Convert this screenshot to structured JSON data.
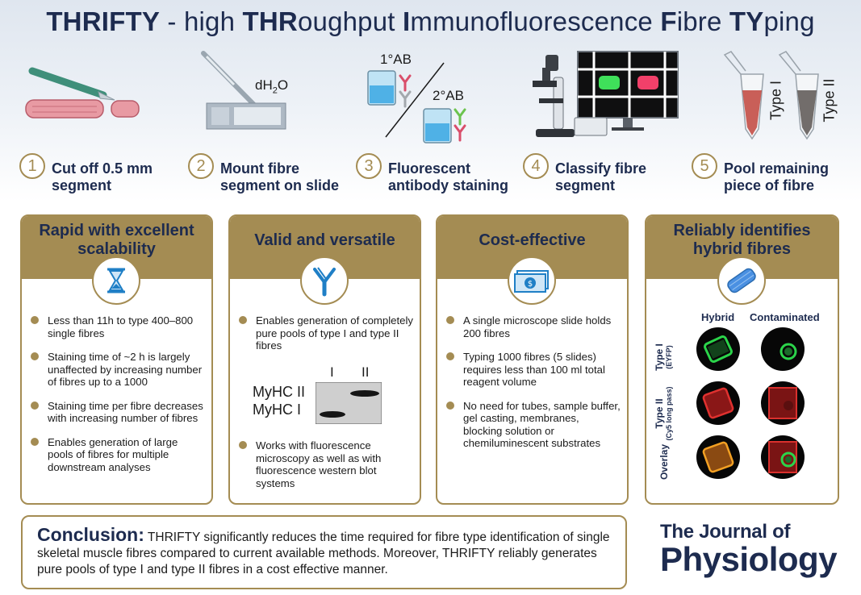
{
  "title": {
    "p1": "THRIFTY",
    "p2": " - high ",
    "p3": "THR",
    "p4": "oughput ",
    "p5": "I",
    "p6": "mmunofluorescence ",
    "p7": "F",
    "p8": "ibre ",
    "p9": "TY",
    "p10": "ping"
  },
  "top_labels": {
    "water": "dH",
    "water_sub": "2",
    "water_end": "O",
    "ab1": "1°AB",
    "ab2": "2°AB",
    "type1": "Type I",
    "type2": "Type II"
  },
  "steps": [
    {
      "num": "1",
      "line1": "Cut off 0.5 mm",
      "line2": "segment"
    },
    {
      "num": "2",
      "line1": "Mount fibre",
      "line2": "segment on slide"
    },
    {
      "num": "3",
      "line1": "Fluorescent",
      "line2": "antibody staining"
    },
    {
      "num": "4",
      "line1": "Classify fibre",
      "line2": "segment"
    },
    {
      "num": "5",
      "line1": "Pool remaining",
      "line2": "piece of fibre"
    }
  ],
  "cards": [
    {
      "heading": "Rapid with excellent scalability",
      "icon": "hourglass-icon",
      "bullets": [
        "Less than 11h to type 400–800 single fibres",
        "Staining time of ~2 h is largely unaffected by increasing number of fibres up to a 1000",
        "Staining time per fibre decreases with increasing number of fibres",
        "Enables generation of large pools of fibres for multiple downstream analyses"
      ]
    },
    {
      "heading": "Valid and versatile",
      "icon": "antibody-icon",
      "bullets": [
        "Enables generation of completely pure pools of type I and type II fibres",
        "Works with fluorescence microscopy as well as with fluorescence western blot systems"
      ],
      "blot": {
        "lane1": "I",
        "lane2": "II",
        "band_top": "MyHC II",
        "band_bottom": "MyHC I"
      }
    },
    {
      "heading": "Cost-effective",
      "icon": "money-icon",
      "bullets": [
        "A single microscope slide holds 200 fibres",
        "Typing 1000 fibres (5 slides) requires less than 100 ml total reagent volume",
        "No need for tubes, sample buffer, gel casting, membranes, blocking solution or chemiluminescent substrates"
      ]
    },
    {
      "heading": "Reliably identifies hybrid fibres",
      "icon": "fibre-icon",
      "columns": [
        "Hybrid",
        "Contaminated"
      ],
      "rows": [
        {
          "main": "Type I",
          "sub": "(EYFP)"
        },
        {
          "main": "Type II",
          "sub": "(Cy5 long pass)"
        },
        {
          "main": "Overlay",
          "sub": ""
        }
      ]
    }
  ],
  "conclusion": {
    "heading": "Conclusion:",
    "text": " THRIFTY significantly reduces the time required for fibre type identification of single skeletal muscle fibres compared to current available methods. Moreover, THRIFTY reliably generates pure pools of type I and type II fibres in a cost effective manner."
  },
  "journal": {
    "line1": "The Journal of",
    "line2": "Physiology"
  },
  "colors": {
    "navy": "#1d2b4f",
    "gold": "#a48c53",
    "green": "#3fe05a",
    "red": "#f2406a"
  }
}
